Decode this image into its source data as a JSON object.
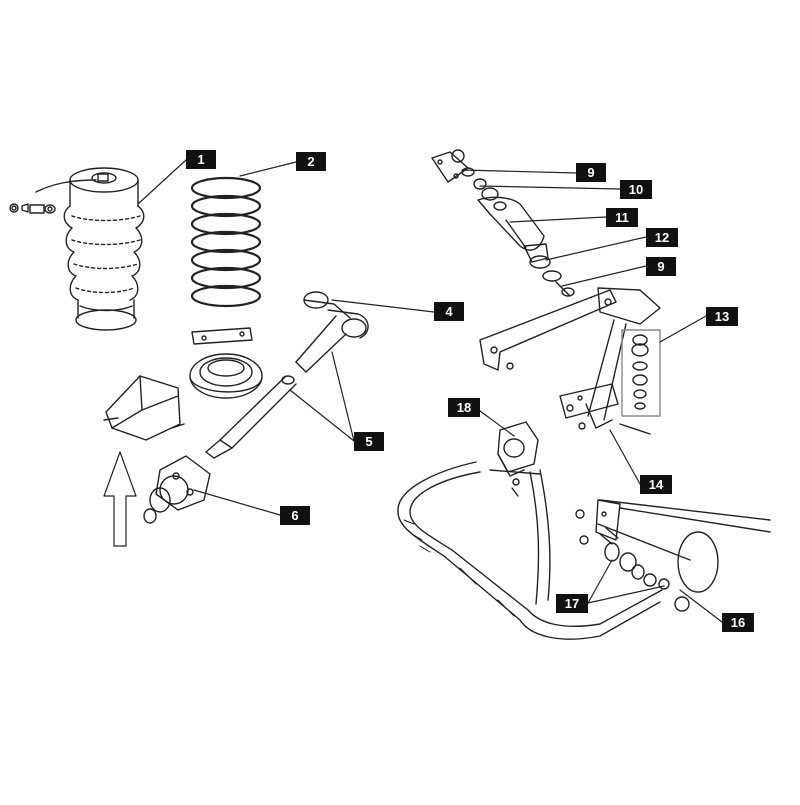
{
  "diagram": {
    "ink_color": "#222222",
    "label_bg": "#111111",
    "label_text_color": "#ffffff",
    "callouts": [
      {
        "id": "1",
        "label": "1"
      },
      {
        "id": "2",
        "label": "2"
      },
      {
        "id": "4",
        "label": "4"
      },
      {
        "id": "5",
        "label": "5"
      },
      {
        "id": "6",
        "label": "6"
      },
      {
        "id": "9a",
        "label": "9"
      },
      {
        "id": "10",
        "label": "10"
      },
      {
        "id": "11",
        "label": "11"
      },
      {
        "id": "12",
        "label": "12"
      },
      {
        "id": "9b",
        "label": "9"
      },
      {
        "id": "13",
        "label": "13"
      },
      {
        "id": "14",
        "label": "14"
      },
      {
        "id": "18",
        "label": "18"
      },
      {
        "id": "17",
        "label": "17"
      },
      {
        "id": "16",
        "label": "16"
      }
    ],
    "parts": [
      {
        "name": "air-spring",
        "icon": "air-spring-icon"
      },
      {
        "name": "coil-spring",
        "icon": "coil-spring-icon"
      },
      {
        "name": "spring-seat",
        "icon": "spring-seat-icon"
      },
      {
        "name": "bump-stop-bracket",
        "icon": "bracket-icon"
      },
      {
        "name": "trailing-arm",
        "icon": "arm-icon"
      },
      {
        "name": "bump-stop",
        "icon": "bump-stop-icon"
      },
      {
        "name": "shock-absorber",
        "icon": "shock-icon"
      },
      {
        "name": "subframe",
        "icon": "subframe-icon"
      },
      {
        "name": "anti-roll-bar",
        "icon": "anti-roll-bar-icon"
      },
      {
        "name": "axle-end",
        "icon": "axle-icon"
      },
      {
        "name": "up-arrow",
        "icon": "arrow-up-icon"
      }
    ]
  }
}
